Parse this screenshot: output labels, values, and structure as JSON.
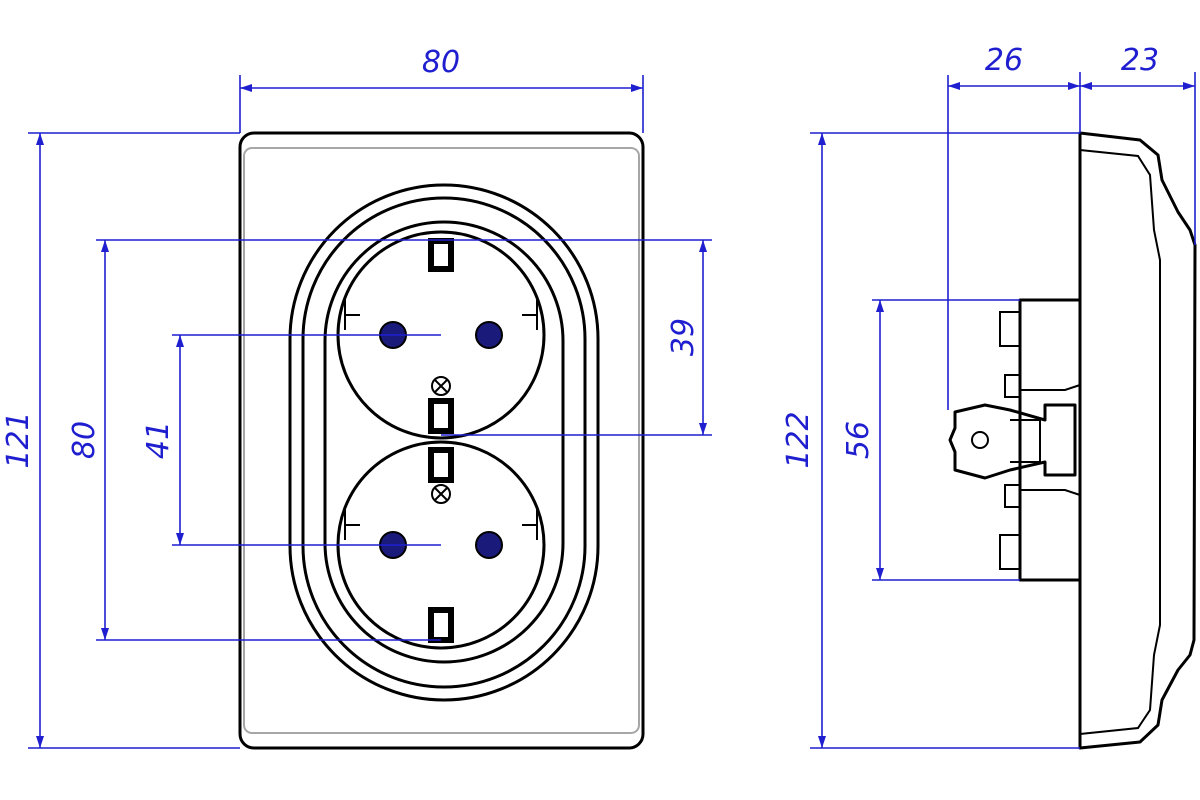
{
  "dimensions": {
    "front_width": "80",
    "front_height": "121",
    "socket_span": "80",
    "pin_spacing": "41",
    "socket_pitch": "39",
    "side_height": "122",
    "mount_height": "56",
    "depth_mechanism": "26",
    "depth_frame": "23"
  },
  "colors": {
    "dimension": "#1f1fd0",
    "outline": "#000000",
    "pin": "#1a1a7a"
  }
}
